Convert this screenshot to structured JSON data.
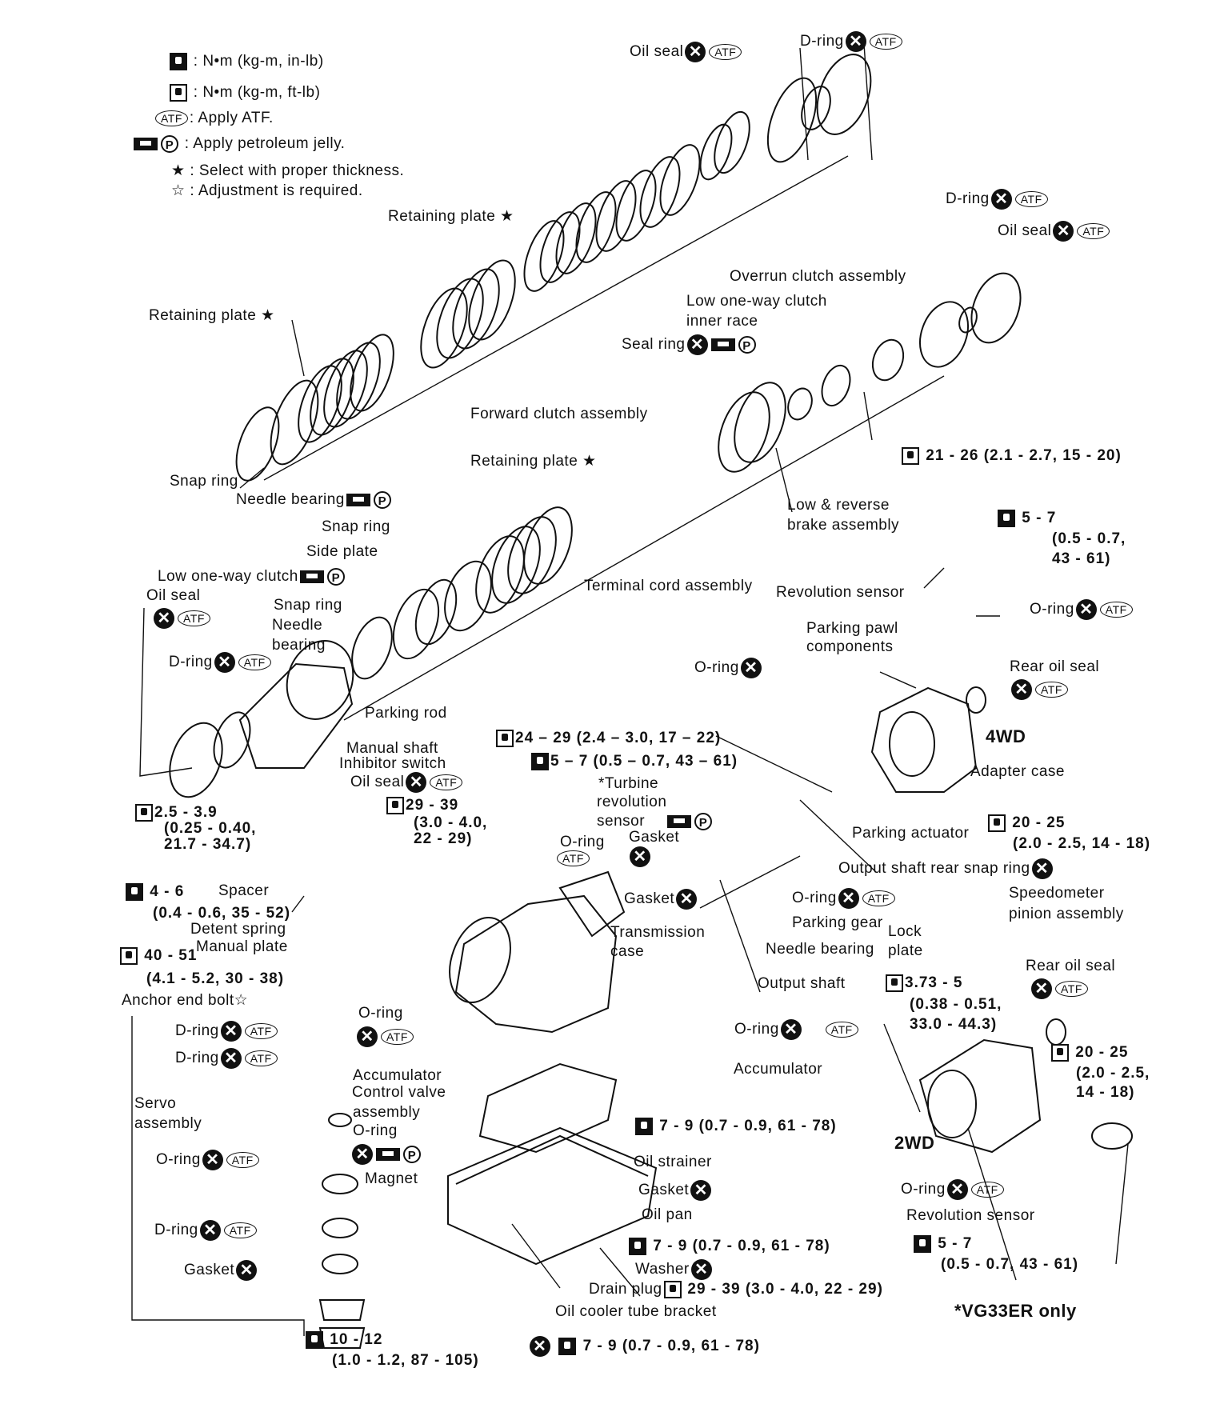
{
  "legend": {
    "torque_in_lb": ": N•m (kg-m, in-lb)",
    "torque_ft_lb": ": N•m (kg-m, ft-lb)",
    "atf": ": Apply ATF.",
    "jelly": ": Apply petroleum jelly.",
    "select": ": Select with proper thickness.",
    "adjust": ": Adjustment is required."
  },
  "symbols": {
    "atf": "ATF",
    "jelly": "P",
    "star": "★",
    "star_open": "☆"
  },
  "labels": {
    "oil_seal_top": "Oil seal",
    "d_ring_top": "D-ring",
    "retaining_plate_1": "Retaining plate",
    "overrun_clutch": "Overrun clutch assembly",
    "d_ring_r": "D-ring",
    "oil_seal_r": "Oil seal",
    "retaining_plate_2": "Retaining plate",
    "low_owc_inner_1": "Low one-way clutch",
    "low_owc_inner_2": "inner race",
    "seal_ring": "Seal ring",
    "forward_clutch": "Forward clutch assembly",
    "torque_21_26": "21 - 26 (2.1 - 2.7, 15 - 20)",
    "snap_ring_1": "Snap ring",
    "retaining_plate_3": "Retaining plate",
    "needle_bearing_1": "Needle bearing",
    "low_reverse_1": "Low & reverse",
    "low_reverse_2": "brake assembly",
    "snap_ring_2": "Snap ring",
    "side_plate": "Side plate",
    "torque_5_7_a1": "5 - 7",
    "torque_5_7_a2": "(0.5 - 0.7,",
    "torque_5_7_a3": "43 - 61)",
    "low_owc": "Low one-way clutch",
    "terminal_cord": "Terminal cord assembly",
    "revolution_sensor_1": "Revolution sensor",
    "oil_seal_l": "Oil seal",
    "snap_ring_3": "Snap ring",
    "o_ring_r1": "O-ring",
    "needle_bearing_2a": "Needle",
    "needle_bearing_2b": "bearing",
    "parking_pawl_1": "Parking pawl",
    "parking_pawl_2": "components",
    "d_ring_l": "D-ring",
    "o_ring_mid": "O-ring",
    "rear_oil_seal_1": "Rear oil seal",
    "parking_rod": "Parking rod",
    "torque_24_29": "24 – 29 (2.4 – 3.0, 17 – 22)",
    "fwd_4wd": "4WD",
    "manual_shaft": "Manual shaft",
    "inhibitor_switch": "Inhibitor switch",
    "torque_5_7_b": "5 – 7 (0.5 – 0.7, 43 – 61)",
    "oil_seal_ms": "Oil seal",
    "turbine_1": "*Turbine",
    "turbine_2": "revolution",
    "turbine_3": "sensor",
    "adapter_case": "Adapter case",
    "torque_25_1": "2.5 - 3.9",
    "torque_25_2": "(0.25 - 0.40,",
    "torque_25_3": "21.7 - 34.7)",
    "torque_29_1": "29 - 39",
    "torque_29_2": "(3.0 - 4.0,",
    "torque_29_3": "22 - 29)",
    "o_ring_t": "O-ring",
    "gasket_t": "Gasket",
    "parking_actuator": "Parking actuator",
    "torque_20_25_a1": "20 - 25",
    "torque_20_25_a2": "(2.0 - 2.5, 14 - 18)",
    "output_snap_ring": "Output shaft rear snap ring",
    "spacer": "Spacer",
    "torque_4_6_1": "4 - 6",
    "torque_4_6_2": "(0.4 - 0.6, 35 - 52)",
    "gasket_2": "Gasket",
    "o_ring_pg": "O-ring",
    "speedo_1": "Speedometer",
    "speedo_2": "pinion assembly",
    "parking_gear": "Parking gear",
    "detent_spring": "Detent spring",
    "manual_plate": "Manual plate",
    "trans_case_1": "Transmission",
    "trans_case_2": "case",
    "lock_1": "Lock",
    "lock_2": "plate",
    "needle_bearing_3": "Needle bearing",
    "torque_40_1": "40 - 51",
    "torque_40_2": "(4.1 - 5.2, 30 - 38)",
    "rear_oil_seal_2": "Rear oil seal",
    "output_shaft": "Output shaft",
    "torque_373_1": "3.73 - 5",
    "torque_373_2": "(0.38 - 0.51,",
    "torque_373_3": "33.0 - 44.3)",
    "anchor_end_bolt": "Anchor end bolt",
    "o_ring_acc": "O-ring",
    "d_ring_s1": "D-ring",
    "o_ring_acc_r": "O-ring",
    "d_ring_s2": "D-ring",
    "accumulator_1": "Accumulator",
    "accumulator_2": "Accumulator",
    "control_valve_1": "Control valve",
    "control_valve_2": "assembly",
    "torque_20_25_b1": "20 - 25",
    "torque_20_25_b2": "(2.0 - 2.5,",
    "torque_20_25_b3": "14 - 18)",
    "servo_1": "Servo",
    "servo_2": "assembly",
    "o_ring_cv": "O-ring",
    "torque_7_9_a": "7 - 9 (0.7 - 0.9, 61 - 78)",
    "rwd_2wd": "2WD",
    "o_ring_servo": "O-ring",
    "oil_strainer": "Oil strainer",
    "magnet": "Magnet",
    "gasket_pan": "Gasket",
    "o_ring_rs": "O-ring",
    "oil_pan": "Oil pan",
    "d_ring_servo": "D-ring",
    "revolution_sensor_2": "Revolution sensor",
    "torque_7_9_b": "7 - 9 (0.7 - 0.9, 61 - 78)",
    "torque_5_7_c1": "5 - 7",
    "torque_5_7_c2": "(0.5 - 0.7, 43 - 61)",
    "washer": "Washer",
    "gasket_servo": "Gasket",
    "drain_plug": "Drain plug",
    "torque_29_39_b": "29 - 39 (3.0 - 4.0, 22 - 29)",
    "oil_cooler": "Oil cooler tube bracket",
    "vg33er": "*VG33ER only",
    "torque_10_12_1": "10 - 12",
    "torque_10_12_2": "(1.0 - 1.2, 87 - 105)",
    "torque_7_9_c": "7 - 9 (0.7 - 0.9, 61 - 78)"
  }
}
